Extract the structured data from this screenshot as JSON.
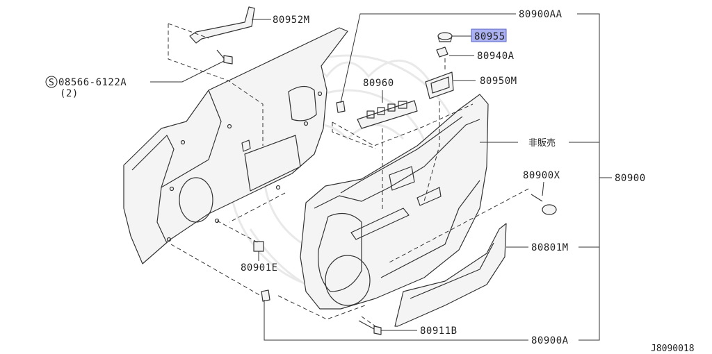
{
  "parts": {
    "p80952M": "80952M",
    "p08566": "08566-6122A",
    "p08566_qty": "(2)",
    "p08566_prefix": "S",
    "p80900AA": "80900AA",
    "p80955": "80955",
    "p80940A": "80940A",
    "p80950M": "80950M",
    "p80960": "80960",
    "p_not_sold": "非販売",
    "p80900X": "80900X",
    "p80900": "80900",
    "p80801M": "80801M",
    "p80901E": "80901E",
    "p80911B": "80911B",
    "p80900A": "80900A"
  },
  "diagram_id": "J8090018",
  "colors": {
    "highlight": "#aab0f0",
    "ink": "#333333",
    "watermark": "#e9e9e9"
  }
}
